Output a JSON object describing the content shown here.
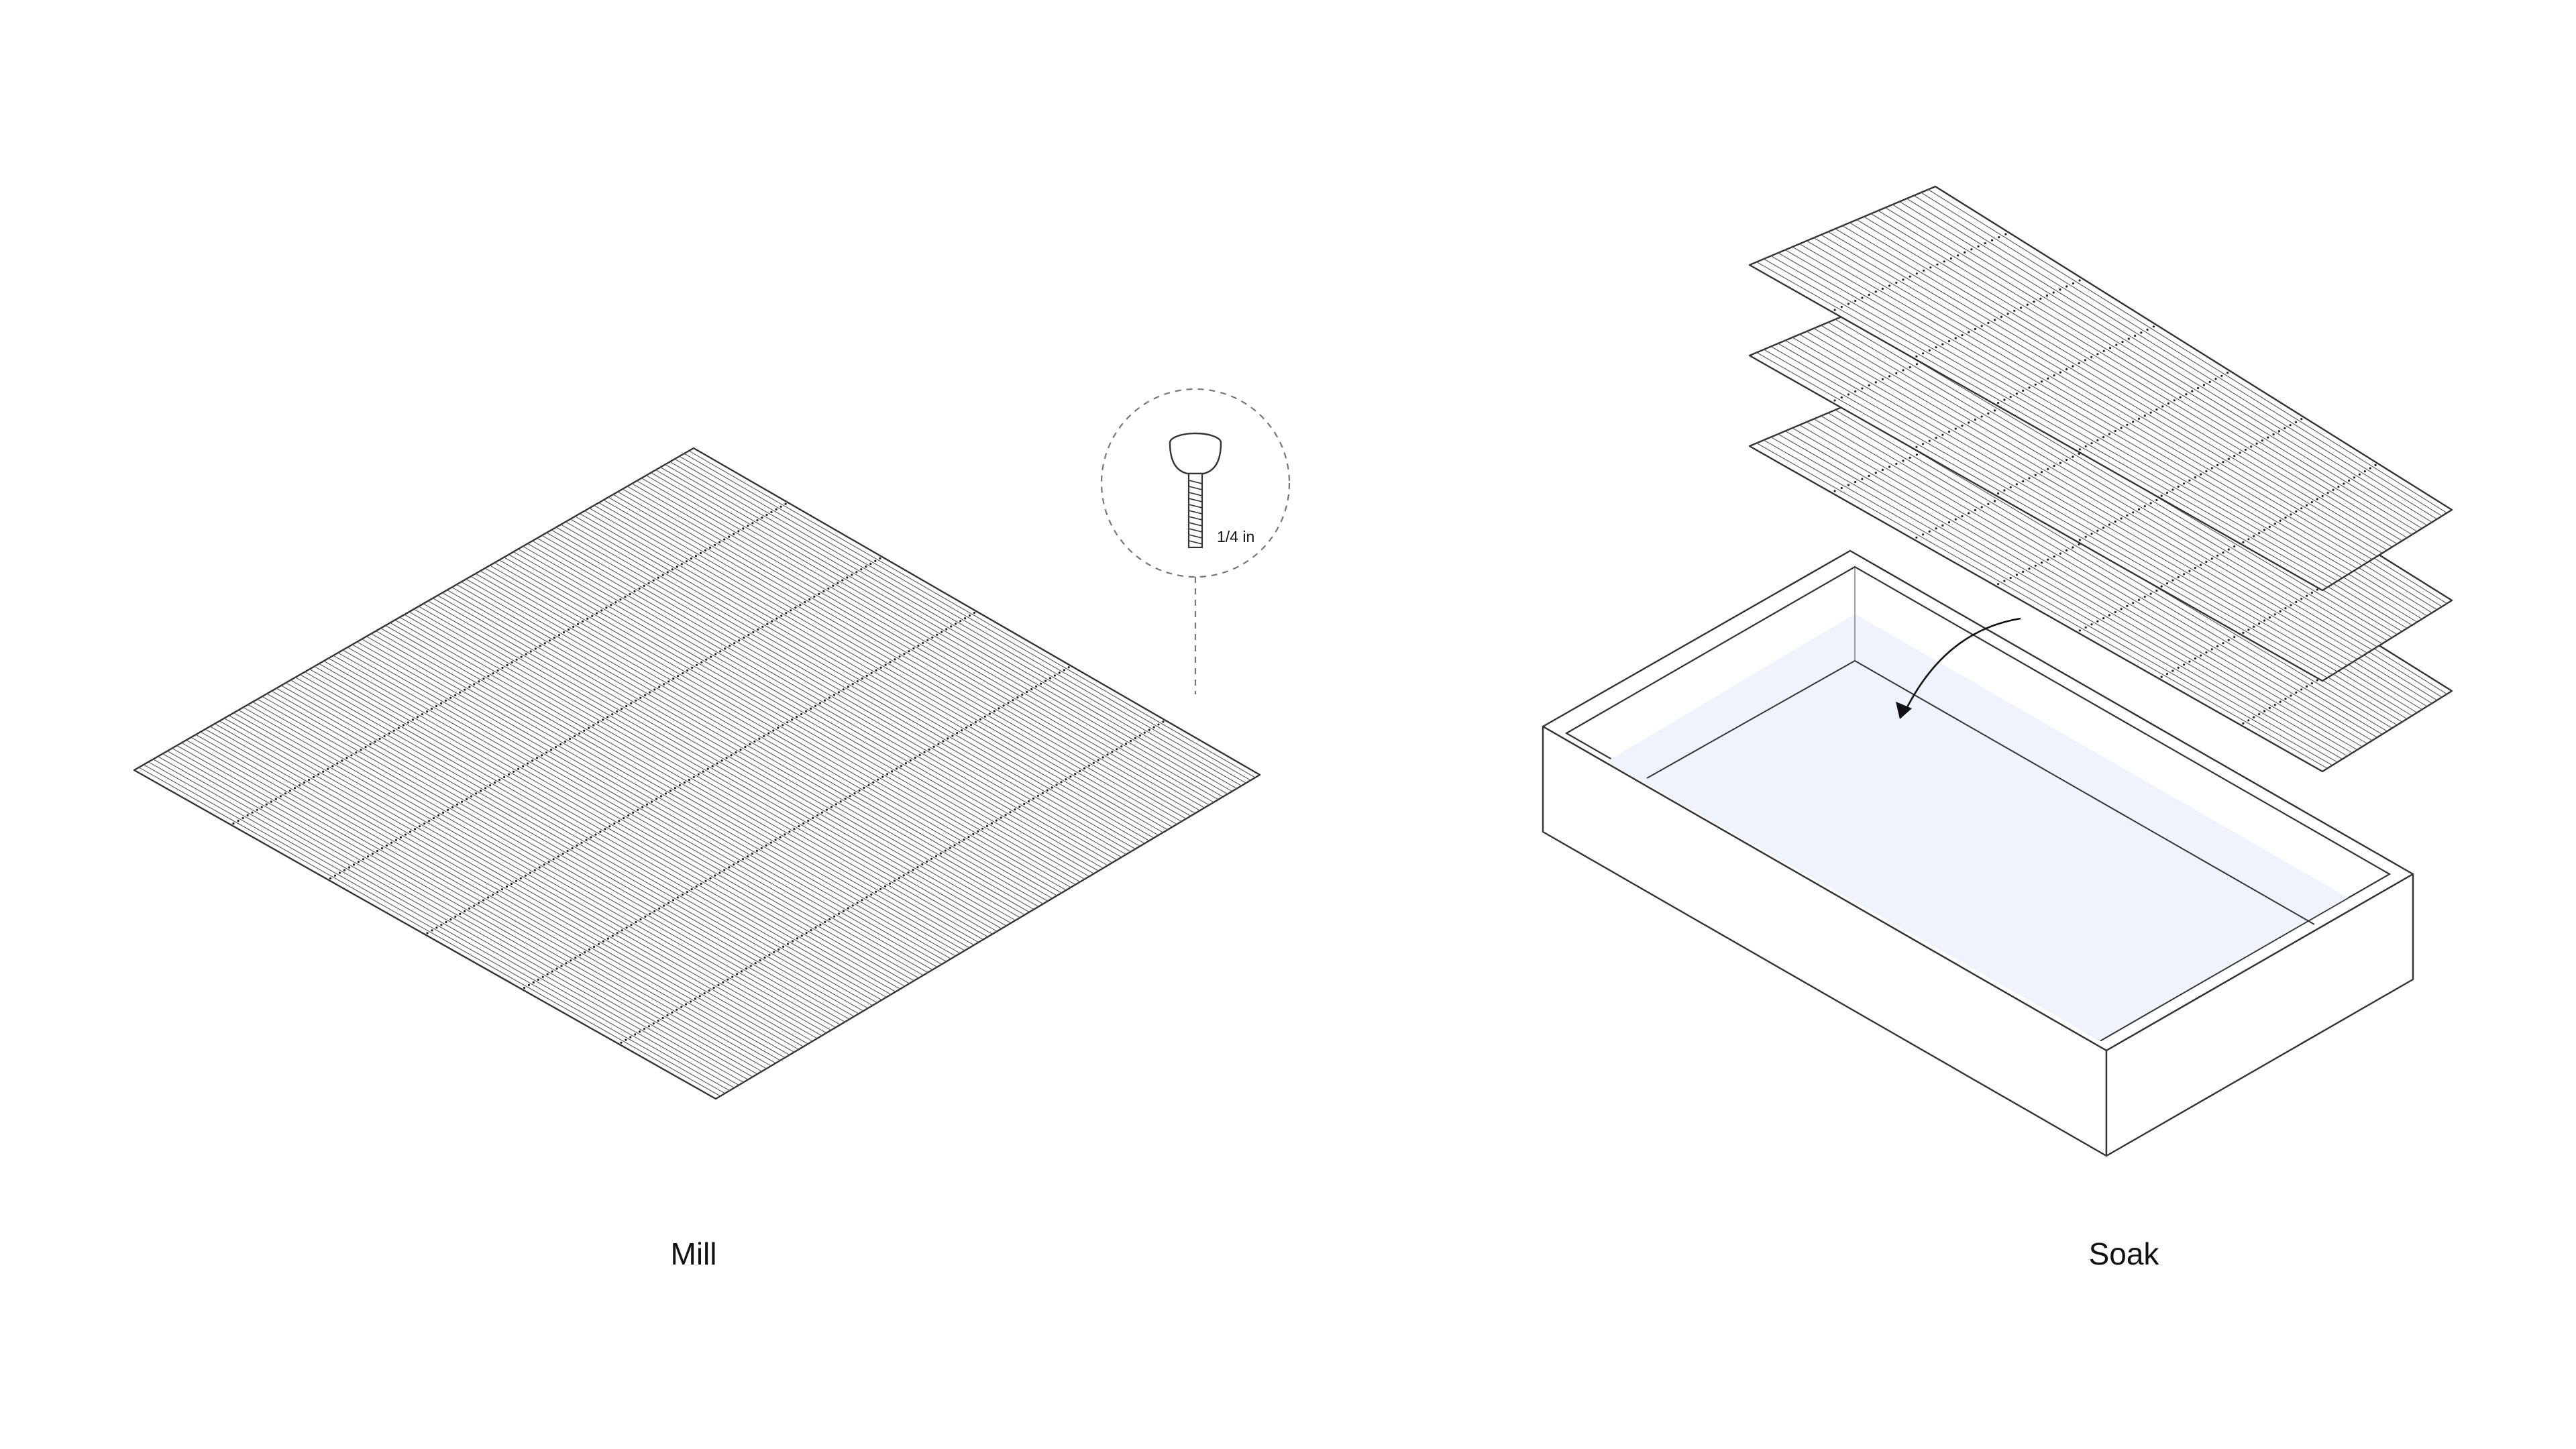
{
  "panels": {
    "mill": {
      "label": "Mill"
    },
    "soak": {
      "label": "Soak"
    }
  },
  "callout": {
    "fastener_size": "1/4 in"
  },
  "colors": {
    "line": "#333333",
    "water": "#eef3fd",
    "background": "#ffffff"
  },
  "icons": [
    "screw-icon",
    "arrow-icon"
  ]
}
